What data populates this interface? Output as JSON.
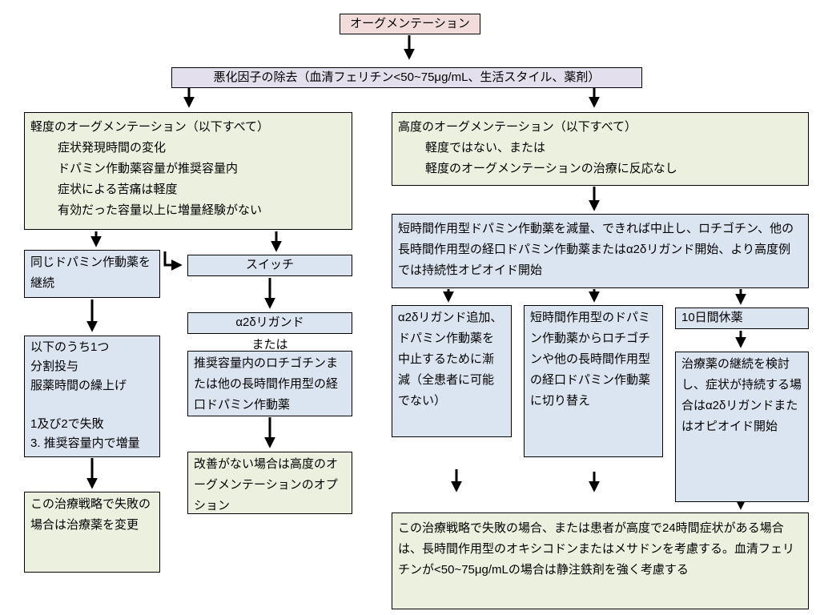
{
  "colors": {
    "pink": "#f2dcdb",
    "lavender": "#e4dfec",
    "green": "#ebf1de",
    "blue": "#dbe5f1"
  },
  "nodes": {
    "augmentation": "オーグメンテーション",
    "remove_factors": "悪化因子の除去（血清フェリチン<50~75μg/mL、生活スタイル、薬剤）",
    "mild": {
      "heading": "軽度のオーグメンテーション（以下すべて）",
      "items": [
        "症状発現時間の変化",
        "ドパミン作動薬容量が推奨容量内",
        "症状による苦痛は軽度",
        "有効だった容量以上に増量経験がない"
      ]
    },
    "severe": {
      "heading": "高度のオーグメンテーション（以下すべて）",
      "items": [
        "軽度ではない、または",
        "軽度のオーグメンテーションの治療に反応なし"
      ]
    },
    "continue_same": "同じドパミン作動薬を継続",
    "switch": "スイッチ",
    "a2d_ligand": "α2δリガンド",
    "or_label": "または",
    "rotigotine_option": "推奨容量内のロチゴチンまたは他の長時間作用型の経口ドパミン作動薬",
    "one_of": {
      "lines": [
        "以下のうち1つ",
        "分割投与",
        "服薬時間の繰上げ",
        "",
        "1及び2で失敗",
        "3. 推奨容量内で増量"
      ]
    },
    "left_fail": "この治療戦略で失敗の場合は治療薬を変更",
    "no_improvement": "改善がない場合は高度のオーグメンテーションのオプション",
    "reduce_short_acting": "短時間作用型ドパミン作動薬を減量、できれば中止し、ロチゴチン、他の長時間作用型の経口ドパミン作動薬またはα2δリガンド開始、より高度例では持続性オピオイド開始",
    "add_a2d_taper": "α2δリガンド追加、ドパミン作動薬を中止するために漸減（全患者に可能でない）",
    "switch_long_acting": "短時間作用型のドパミン作動薬からロチゴチンや他の長時間作用型の経口ドパミン作動薬に切り替え",
    "drug_holiday": "10日間休薬",
    "consider_continuation": "治療薬の継続を検討し、症状が持続する場合はα2δリガンドまたはオピオイド開始",
    "final_strategy": "この治療戦略で失敗の場合、または患者が高度で24時間症状がある場合は、長時間作用型のオキシコドンまたはメサドンを考慮する。血清フェリチンが<50~75μg/mLの場合は静注鉄剤を強く考慮する"
  }
}
